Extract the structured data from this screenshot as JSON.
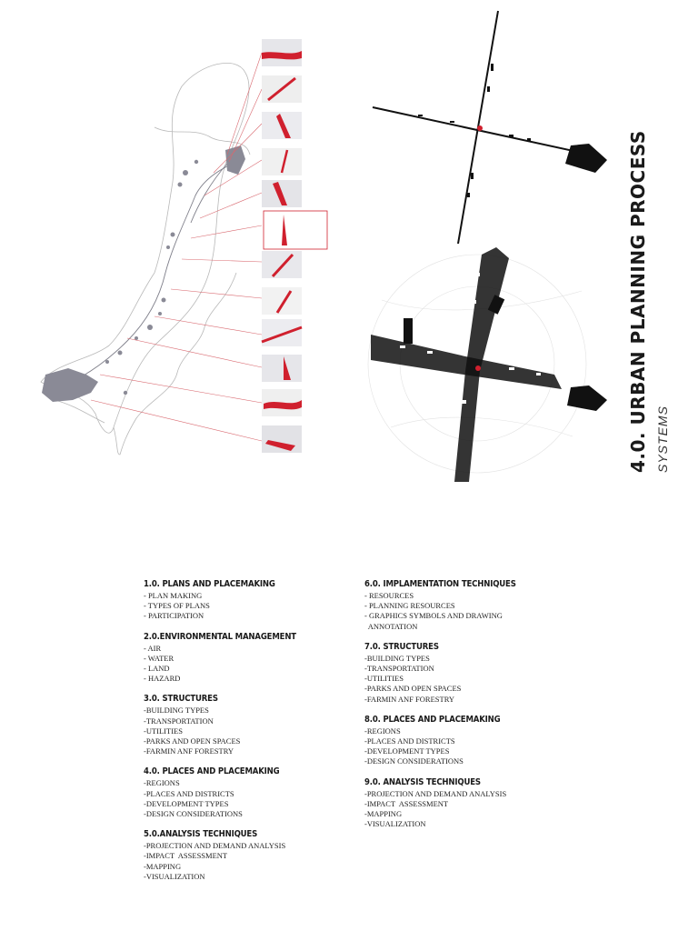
{
  "title": {
    "main": "4.0. URBAN PLANNING PROCESS",
    "subtitle": "SYSTEMS"
  },
  "colors": {
    "accent_red": "#d0202e",
    "map_grey": "#8a8a96",
    "line_grey": "#b8b8b8",
    "black": "#111111"
  },
  "toc_left": [
    {
      "heading": "1.0. PLANS AND PLACEMAKING",
      "items": [
        "- PLAN MAKING",
        "- TYPES OF PLANS",
        "- PARTICIPATION"
      ]
    },
    {
      "heading": "2.0.ENVIRONMENTAL MANAGEMENT",
      "items": [
        "- AIR",
        "- WATER",
        "- LAND",
        "- HAZARD"
      ]
    },
    {
      "heading": "3.0. STRUCTURES",
      "items": [
        "-BUILDING TYPES",
        "-TRANSPORTATION",
        "-UTILITIES",
        "-PARKS AND OPEN SPACES",
        "-FARMIN ANF FORESTRY"
      ]
    },
    {
      "heading": "4.0. PLACES AND PLACEMAKING",
      "items": [
        "-REGIONS",
        "-PLACES AND DISTRICTS",
        "-DEVELOPMENT TYPES",
        "-DESIGN CONSIDERATIONS"
      ]
    },
    {
      "heading": "5.0.ANALYSIS TECHNIQUES",
      "items": [
        "-PROJECTION AND DEMAND ANALYSIS",
        "-IMPACT  ASSESSMENT",
        "-MAPPING",
        "-VISUALIZATION"
      ]
    }
  ],
  "toc_right": [
    {
      "heading": "6.0. IMPLAMENTATION TECHNIQUES",
      "items": [
        "- RESOURCES",
        "- PLANNING RESOURCES",
        "- GRAPHICS SYMBOLS AND DRAWING",
        "  ANNOTATION"
      ]
    },
    {
      "heading": "7.0. STRUCTURES",
      "items": [
        "-BUILDING TYPES",
        "-TRANSPORTATION",
        "-UTILITIES",
        "-PARKS AND OPEN SPACES",
        "-FARMIN ANF FORESTRY"
      ]
    },
    {
      "heading": "8.0. PLACES AND PLACEMAKING",
      "items": [
        "-REGIONS",
        "-PLACES AND DISTRICTS",
        "-DEVELOPMENT TYPES",
        "-DESIGN CONSIDERATIONS"
      ]
    },
    {
      "heading": "9.0. ANALYSIS TECHNIQUES",
      "items": [
        "-PROJECTION AND DEMAND ANALYSIS",
        "-IMPACT  ASSESSMENT",
        "-MAPPING",
        "-VISUALIZATION"
      ]
    }
  ]
}
